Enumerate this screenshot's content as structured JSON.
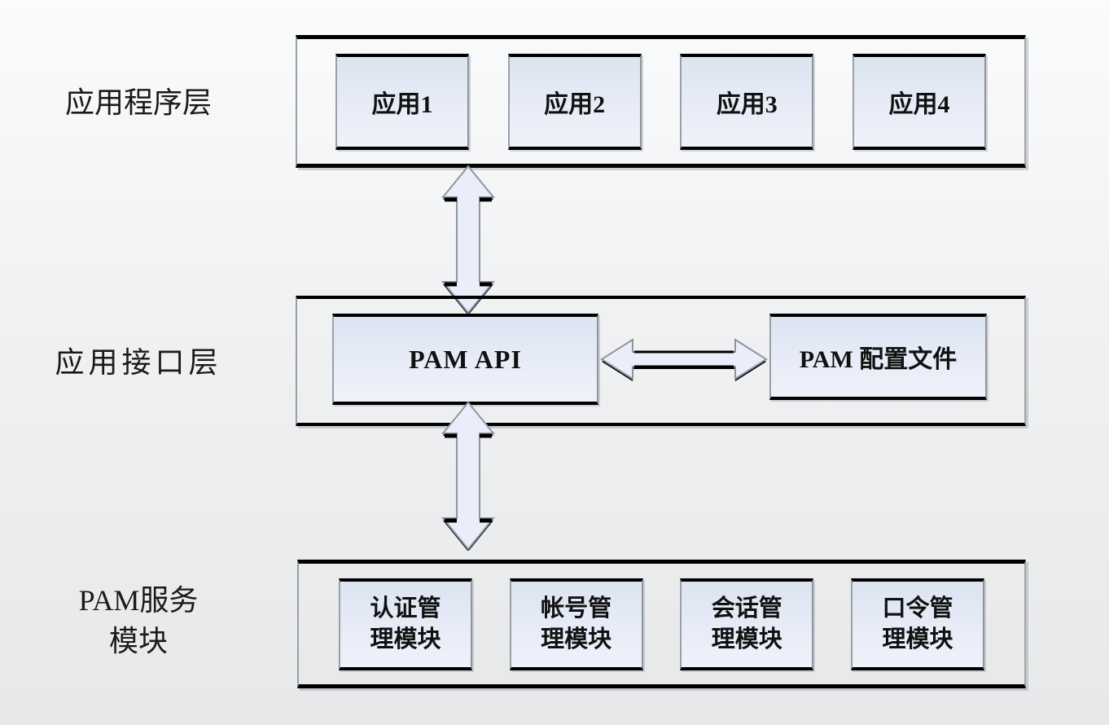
{
  "colors": {
    "background_top": "#fafbfc",
    "background_bottom": "#e7e8ea",
    "node_fill": "#e3eaf6",
    "arrow_fill": "#e9eefa",
    "border_dark": "#000000",
    "border_gray": "#9aa0a6"
  },
  "layers": {
    "application": {
      "label": "应用程序层",
      "boxes": [
        {
          "text": "应用1"
        },
        {
          "text": "应用2"
        },
        {
          "text": "应用3"
        },
        {
          "text": "应用4"
        }
      ]
    },
    "interface": {
      "label": "应用接口层",
      "pam_api": "PAM API",
      "pam_config": "PAM 配置文件"
    },
    "modules": {
      "label_line1": "PAM服务",
      "label_line2": "模块",
      "boxes": [
        {
          "line1": "认证管",
          "line2": "理模块"
        },
        {
          "line1": "帐号管",
          "line2": "理模块"
        },
        {
          "line1": "会话管",
          "line2": "理模块"
        },
        {
          "line1": "口令管",
          "line2": "理模块"
        }
      ]
    }
  },
  "arrows": {
    "app_to_api": "double-headed-vertical",
    "api_to_modules": "double-headed-vertical",
    "api_to_config": "double-headed-horizontal"
  }
}
